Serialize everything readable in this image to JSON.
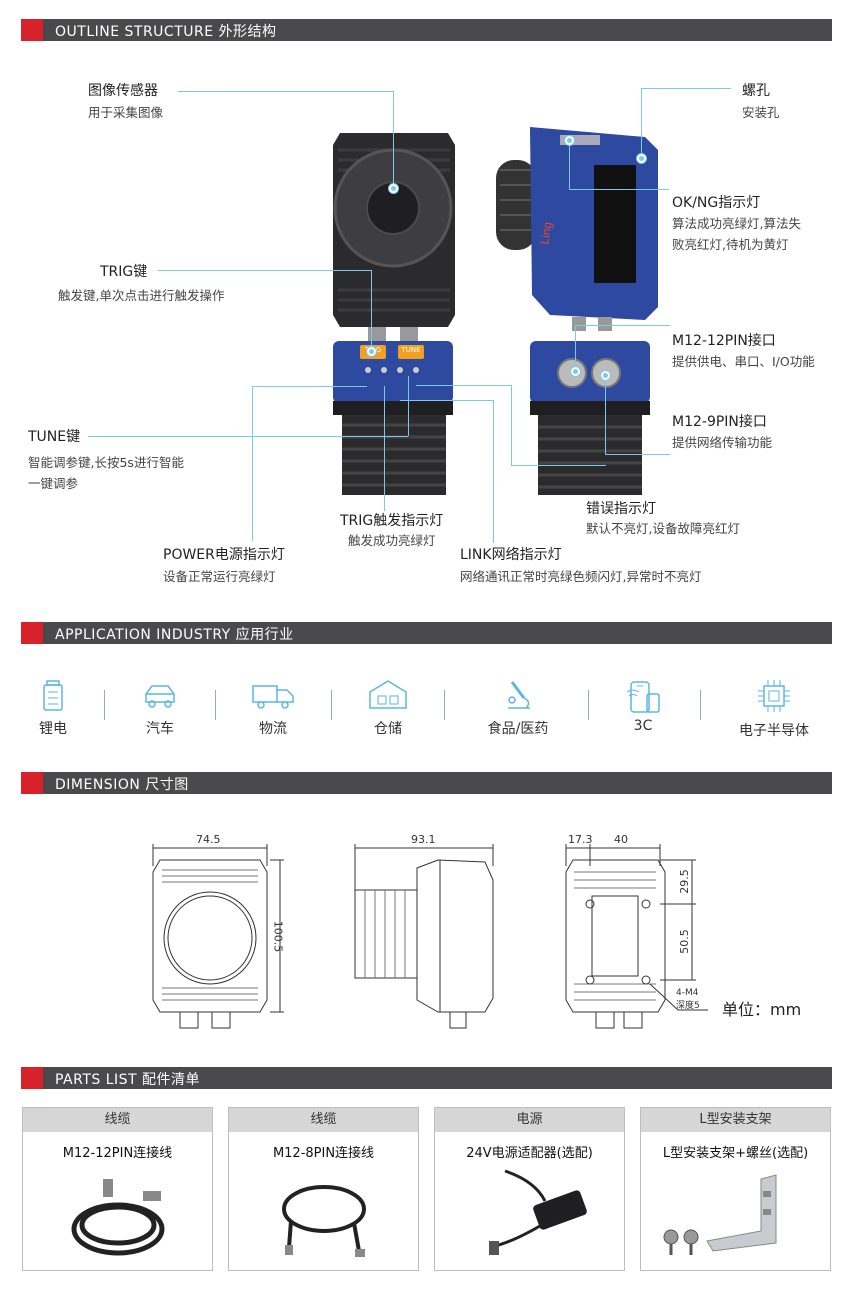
{
  "sections": {
    "outline": "OUTLINE STRUCTURE 外形结构",
    "application": "APPLICATION INDUSTRY 应用行业",
    "dimension": "DIMENSION 尺寸图",
    "parts": "PARTS LIST 配件清单"
  },
  "outline": {
    "sensor": {
      "title": "图像传感器",
      "desc": "用于采集图像"
    },
    "screw": {
      "title": "螺孔",
      "desc": "安装孔"
    },
    "trig_key": {
      "title": "TRIG键",
      "desc": "触发键,单次点击进行触发操作"
    },
    "okng": {
      "title": "OK/NG指示灯",
      "desc1": "算法成功亮绿灯,算法失",
      "desc2": "败亮红灯,待机为黄灯"
    },
    "m12_12": {
      "title": "M12-12PIN接口",
      "desc": "提供供电、串口、I/O功能"
    },
    "m12_9": {
      "title": "M12-9PIN接口",
      "desc": "提供网络传输功能"
    },
    "tune_key": {
      "title": "TUNE键",
      "desc1": "智能调参键,长按5s进行智能",
      "desc2": "一键调参"
    },
    "error": {
      "title": "错误指示灯",
      "desc": "默认不亮灯,设备故障亮红灯"
    },
    "trig_led": {
      "title": "TRIG触发指示灯",
      "desc": "触发成功亮绿灯"
    },
    "power_led": {
      "title": "POWER电源指示灯",
      "desc": "设备正常运行亮绿灯"
    },
    "link_led": {
      "title": "LINK网络指示灯",
      "desc": "网络通讯正常时亮绿色频闪灯,异常时不亮灯"
    },
    "btn_trig": "TRIG",
    "btn_tune": "TUNE",
    "brand": "Ling"
  },
  "industries": [
    {
      "name": "锂电",
      "icon": "battery-icon"
    },
    {
      "name": "汽车",
      "icon": "car-icon"
    },
    {
      "name": "物流",
      "icon": "truck-icon"
    },
    {
      "name": "仓储",
      "icon": "warehouse-icon"
    },
    {
      "name": "食品/医药",
      "icon": "microscope-icon"
    },
    {
      "name": "3C",
      "icon": "phone-icon"
    },
    {
      "name": "电子半导体",
      "icon": "chip-icon"
    }
  ],
  "dimension": {
    "front_width": "74.5",
    "front_height": "100.5",
    "side_length": "93.1",
    "back_a": "17.3",
    "back_b": "40",
    "back_c": "29.5",
    "back_d": "50.5",
    "hole_spec1": "4-M4",
    "hole_spec2": "深度5",
    "unit": "单位：mm"
  },
  "parts": [
    {
      "category": "线缆",
      "name": "M12-12PIN连接线"
    },
    {
      "category": "线缆",
      "name": "M12-8PIN连接线"
    },
    {
      "category": "电源",
      "name": "24V电源适配器(选配)"
    },
    {
      "category": "L型安装支架",
      "name": "L型安装支架+螺丝(选配)"
    }
  ],
  "colors": {
    "accent_red": "#d8222a",
    "bar_gray": "#4a4a4c",
    "leader_blue": "#7ec8ea",
    "device_blue": "#2e4aa0"
  }
}
